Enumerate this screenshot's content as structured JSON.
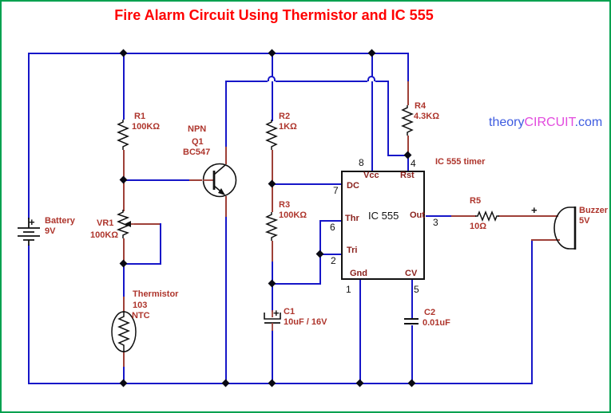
{
  "title": "Fire Alarm Circuit Using Thermistor and IC 555",
  "watermark": {
    "part1": "theory",
    "part2": "CIRCUIT",
    "part3": ".com"
  },
  "components": {
    "battery": {
      "name": "Battery",
      "value": "9V",
      "plus": "+"
    },
    "r1": {
      "name": "R1",
      "value": "100KΩ"
    },
    "vr1": {
      "name": "VR1",
      "value": "100KΩ"
    },
    "thermistor": {
      "name": "Thermistor",
      "value": "103",
      "kind": "NTC"
    },
    "q1": {
      "kind": "NPN",
      "name": "Q1",
      "value": "BC547"
    },
    "r2": {
      "name": "R2",
      "value": "1KΩ"
    },
    "r3": {
      "name": "R3",
      "value": "100KΩ"
    },
    "r4": {
      "name": "R4",
      "value": "4.3KΩ"
    },
    "r5": {
      "name": "R5",
      "value": "10Ω"
    },
    "c1": {
      "name": "C1",
      "value": "10uF / 16V",
      "plus": "+"
    },
    "c2": {
      "name": "C2",
      "value": "0.01uF"
    },
    "buzzer": {
      "name": "Buzzer",
      "value": "5V",
      "plus": "+"
    }
  },
  "ic555": {
    "label": "IC 555",
    "note": "IC 555 timer",
    "pins": {
      "vcc": {
        "name": "Vcc",
        "number": "8"
      },
      "rst": {
        "name": "Rst",
        "number": "4"
      },
      "dc": {
        "name": "DC",
        "number": "7"
      },
      "thr": {
        "name": "Thr",
        "number": "6"
      },
      "tri": {
        "name": "Tri",
        "number": "2"
      },
      "out": {
        "name": "Out",
        "number": "3"
      },
      "gnd": {
        "name": "Gnd",
        "number": "1"
      },
      "cv": {
        "name": "CV",
        "number": "5"
      }
    }
  },
  "colors": {
    "wire_blue": "#1616C8",
    "lead_red": "#9E4038",
    "label_red": "#AE352C",
    "pin_red": "#8A211C",
    "title_red": "#FF0000",
    "border_green": "#00A14F",
    "watermark_blue": "#3D5BE0",
    "watermark_magenta": "#E24ADE",
    "symbol_black": "#111111"
  }
}
